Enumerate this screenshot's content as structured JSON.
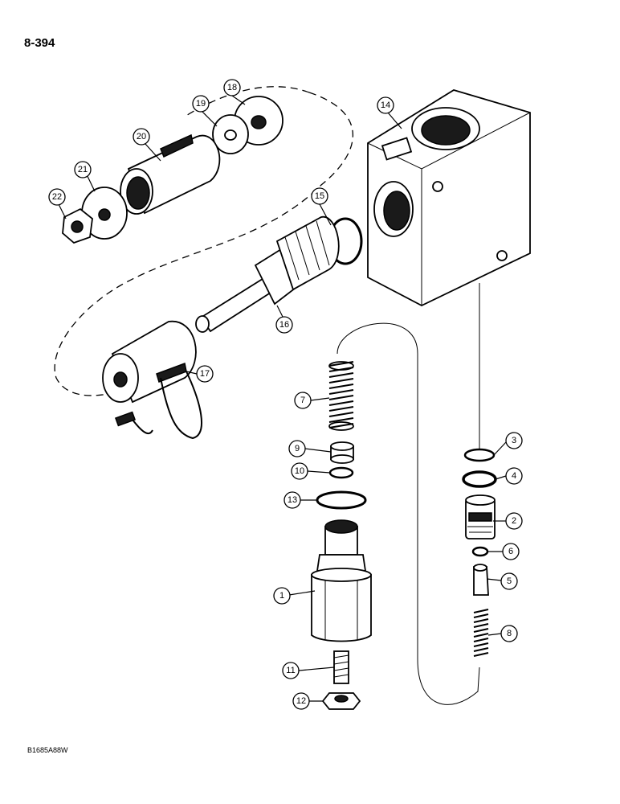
{
  "page": {
    "number": "8-394",
    "figure_code": "B1685A88W"
  },
  "callouts": {
    "c1": "1",
    "c2": "2",
    "c3": "3",
    "c4": "4",
    "c5": "5",
    "c6": "6",
    "c7": "7",
    "c8": "8",
    "c9": "9",
    "c10": "10",
    "c11": "11",
    "c12": "12",
    "c13": "13",
    "c14": "14",
    "c15": "15",
    "c16": "16",
    "c17": "17",
    "c18": "18",
    "c19": "19",
    "c20": "20",
    "c21": "21",
    "c22": "22"
  }
}
